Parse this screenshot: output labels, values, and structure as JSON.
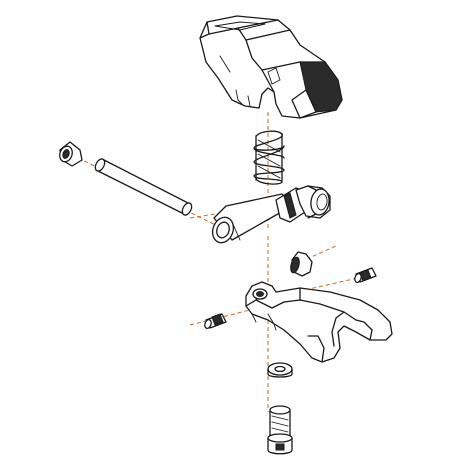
{
  "diagram": {
    "type": "exploded-assembly",
    "style": {
      "line_color": "#1a1a1a",
      "axis_color": "#d2691e",
      "background": "#ffffff"
    },
    "parts": [
      {
        "id": "housing-cap",
        "icon": "cap-housing-icon"
      },
      {
        "id": "compression-spring",
        "icon": "spring-icon"
      },
      {
        "id": "pivot-shaft",
        "icon": "shaft-icon"
      },
      {
        "id": "long-pin",
        "icon": "pin-icon"
      },
      {
        "id": "sleeve-bushing",
        "icon": "bushing-icon"
      },
      {
        "id": "rounded-plug",
        "icon": "plug-icon"
      },
      {
        "id": "small-dowel-right",
        "icon": "dowel-icon"
      },
      {
        "id": "small-dowel-left",
        "icon": "dowel-icon"
      },
      {
        "id": "fork-bracket",
        "icon": "fork-bracket-icon"
      },
      {
        "id": "washer",
        "icon": "washer-icon"
      },
      {
        "id": "socket-head-screw",
        "icon": "screw-icon"
      }
    ]
  }
}
